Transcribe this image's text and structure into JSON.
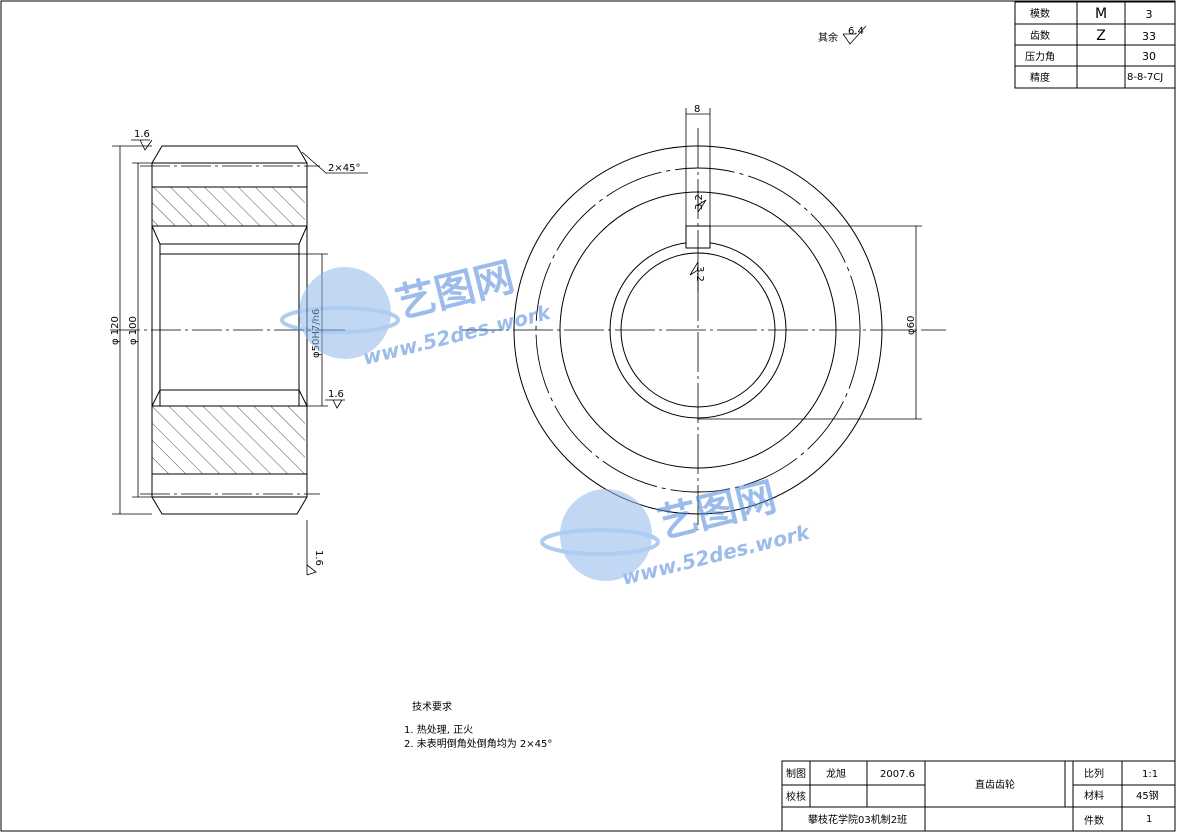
{
  "gear_param_table": {
    "rows": [
      {
        "name": "模数",
        "symbol": "M",
        "value": "3"
      },
      {
        "name": "齿数",
        "symbol": "Z",
        "value": "33"
      },
      {
        "name": "压力角",
        "symbol": "",
        "value": "30"
      },
      {
        "name": "精度",
        "symbol": "",
        "value": "8-8-7CJ"
      }
    ]
  },
  "roughness_note": {
    "label": "其余",
    "value": "6.4"
  },
  "side_view": {
    "chamfer": "2×45°",
    "roughness_top": "1.6",
    "roughness_bore": "1.6",
    "dia_outer": "φ 120",
    "dia_root": "φ 100",
    "bore_fit": "φ50H7/h6",
    "bottom_roughness": "1.6"
  },
  "front_view": {
    "keyway_width": "8",
    "keyway_roughness": "3.2",
    "bore_roughness": "3.2",
    "dia_hub": "φ60"
  },
  "tech_requirements": {
    "title": "技术要求",
    "items": [
      "1. 热处理, 正火",
      "2. 未表明倒角处倒角均为 2×45°"
    ]
  },
  "title_block": {
    "drawn_label": "制图",
    "drawn_by": "龙旭",
    "date": "2007.6",
    "checked_label": "校核",
    "part_name": "直齿齿轮",
    "scale_label": "比列",
    "scale_value": "1:1",
    "material_label": "材料",
    "material_value": "45钢",
    "qty_label": "件数",
    "qty_value": "1",
    "school": "攀枝花学院03机制2班"
  },
  "watermarks": [
    {
      "brand": "艺图网",
      "url": "www.52des.work"
    },
    {
      "brand": "艺图网",
      "url": "www.52des.work"
    }
  ]
}
